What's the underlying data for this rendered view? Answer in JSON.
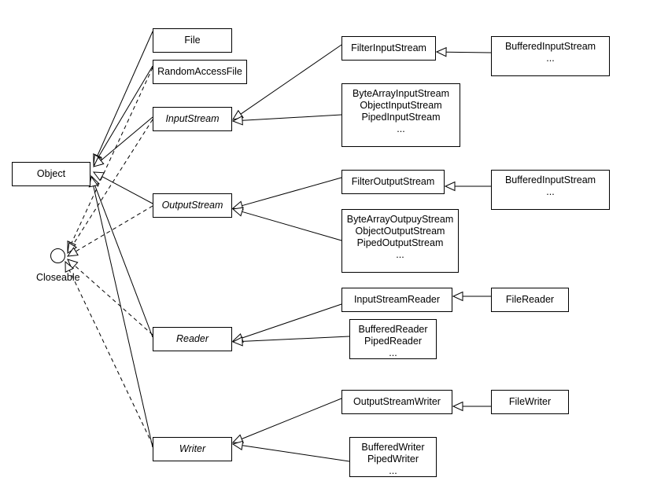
{
  "diagram": {
    "object": "Object",
    "interface": "Closeable",
    "file": "File",
    "random_access_file": "RandomAccessFile",
    "input_stream": "InputStream",
    "output_stream": "OutputStream",
    "reader": "Reader",
    "writer": "Writer",
    "filter_input_stream": "FilterInputStream",
    "buffered_input_stream_1": [
      "BufferedInputStream",
      "..."
    ],
    "input_stream_subclasses": [
      "ByteArrayInputStream",
      "ObjectInputStream",
      "PipedInputStream",
      "..."
    ],
    "filter_output_stream": "FilterOutputStream",
    "buffered_input_stream_2": [
      "BufferedInputStream",
      "..."
    ],
    "output_stream_subclasses": [
      "ByteArrayOutpuyStream",
      "ObjectOutputStream",
      "PipedOutputStream",
      "..."
    ],
    "input_stream_reader": "InputStreamReader",
    "file_reader": "FileReader",
    "reader_subclasses": [
      "BufferedReader",
      "PipedReader",
      "..."
    ],
    "output_stream_writer": "OutputStreamWriter",
    "file_writer": "FileWriter",
    "writer_subclasses": [
      "BufferedWriter",
      "PipedWriter",
      "..."
    ]
  }
}
